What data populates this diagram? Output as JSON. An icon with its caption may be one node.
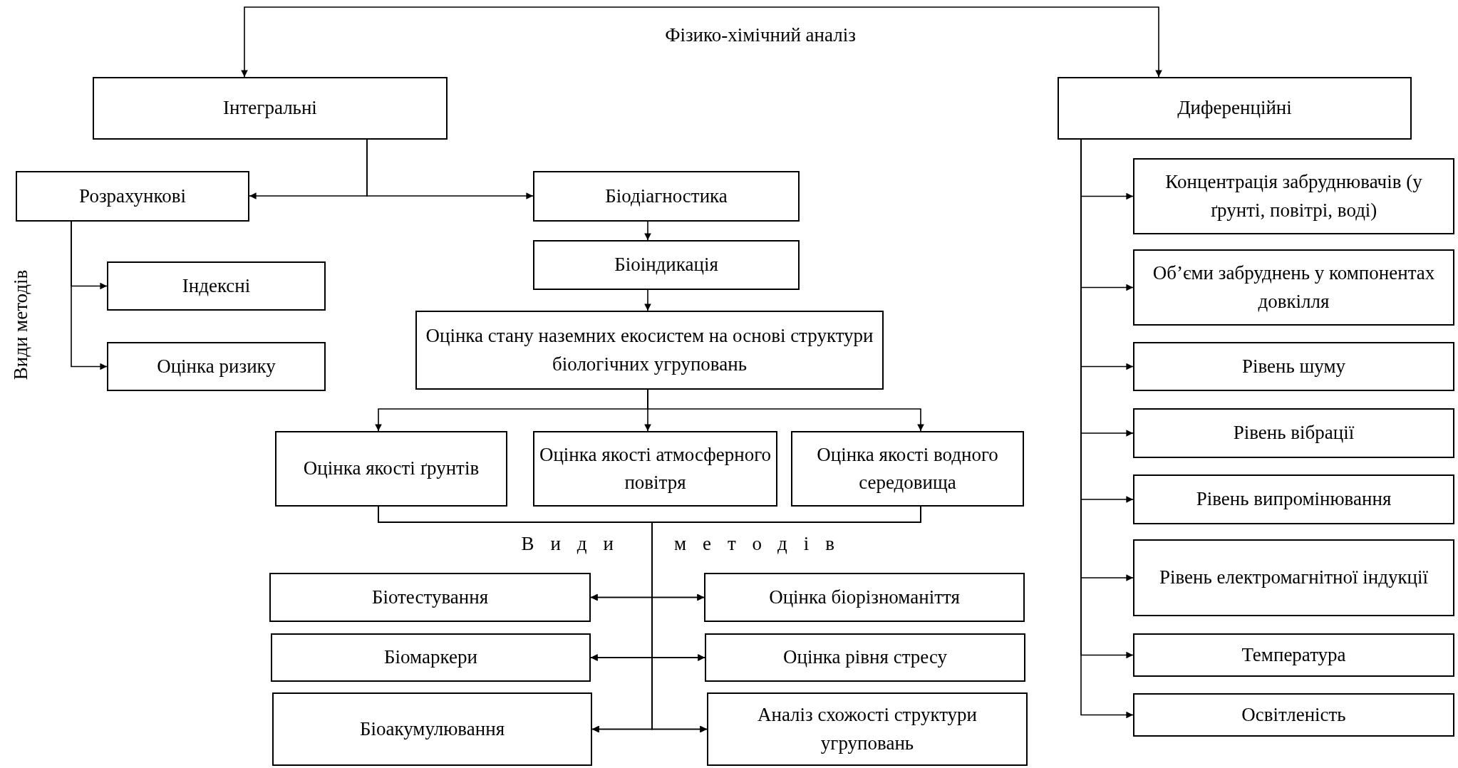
{
  "diagram": {
    "nodes": [
      {
        "text": [
          "Інтегральні"
        ]
      },
      {
        "text": [
          "Диференційні"
        ]
      },
      {
        "text": [
          "Розрахункові"
        ]
      },
      {
        "text": [
          "Біодіагностика"
        ]
      },
      {
        "text": [
          "Індексні"
        ]
      },
      {
        "text": [
          "Біоіндикація"
        ]
      },
      {
        "text": [
          "Оцінка ризику"
        ]
      },
      {
        "text": [
          "Оцінка стану наземних екосистем на основі структури біологічних угруповань"
        ]
      },
      {
        "text": [
          "Оцінка якості ґрунтів"
        ]
      },
      {
        "text": [
          "Оцінка якості атмосферного повітря"
        ]
      },
      {
        "text": [
          "Оцінка якості водного середовища"
        ]
      },
      {
        "text": [
          "Біотестування"
        ]
      },
      {
        "text": [
          "Оцінка біорізноманіття"
        ]
      },
      {
        "text": [
          "Біомаркери"
        ]
      },
      {
        "text": [
          "Оцінка рівня стресу"
        ]
      },
      {
        "text": [
          "Біоакумулювання"
        ]
      },
      {
        "text": [
          "Аналіз схожості структури угруповань"
        ]
      },
      {
        "text": [
          "Концентрація забруднювачів (у ґрунті, повітрі, воді)"
        ]
      },
      {
        "text": [
          "Об’єми забруднень у компонентах довкілля"
        ]
      },
      {
        "text": [
          "Рівень шуму"
        ]
      },
      {
        "text": [
          "Рівень вібрації"
        ]
      },
      {
        "text": [
          "Рівень випромінювання"
        ]
      },
      {
        "text": [
          "Рівень електромагнітної індукції"
        ]
      },
      {
        "text": [
          "Температура"
        ]
      },
      {
        "text": [
          "Освітленість"
        ]
      }
    ],
    "edges": [
      {
        "from": 0,
        "to": 1,
        "arrow": "both"
      },
      {
        "from": 0,
        "to": 2,
        "arrow": "to"
      },
      {
        "from": 0,
        "to": 3,
        "arrow": "to"
      },
      {
        "from": 2,
        "to": 4,
        "arrow": "to"
      },
      {
        "from": 2,
        "to": 6,
        "arrow": "to"
      },
      {
        "from": 3,
        "to": 5,
        "arrow": "to"
      },
      {
        "from": 5,
        "to": 7,
        "arrow": "to"
      },
      {
        "from": 7,
        "to": 8,
        "arrow": "to"
      },
      {
        "from": 7,
        "to": 9,
        "arrow": "to"
      },
      {
        "from": 7,
        "to": 10,
        "arrow": "to"
      },
      {
        "from": 8,
        "to": 11,
        "arrow": "to"
      },
      {
        "from": 8,
        "to": 12,
        "arrow": "to"
      },
      {
        "from": 8,
        "to": 13,
        "arrow": "to"
      },
      {
        "from": 8,
        "to": 14,
        "arrow": "to"
      },
      {
        "from": 8,
        "to": 15,
        "arrow": "to"
      },
      {
        "from": 8,
        "to": 16,
        "arrow": "to"
      },
      {
        "from": 10,
        "to": 11,
        "arrow": "to"
      },
      {
        "from": 10,
        "to": 12,
        "arrow": "to"
      },
      {
        "from": 10,
        "to": 13,
        "arrow": "to"
      },
      {
        "from": 10,
        "to": 14,
        "arrow": "to"
      },
      {
        "from": 10,
        "to": 15,
        "arrow": "to"
      },
      {
        "from": 10,
        "to": 16,
        "arrow": "to"
      },
      {
        "from": 1,
        "to": 17,
        "arrow": "to"
      },
      {
        "from": 1,
        "to": 18,
        "arrow": "to"
      },
      {
        "from": 1,
        "to": 19,
        "arrow": "to"
      },
      {
        "from": 1,
        "to": 20,
        "arrow": "to"
      },
      {
        "from": 1,
        "to": 21,
        "arrow": "to"
      },
      {
        "from": 1,
        "to": 22,
        "arrow": "to"
      },
      {
        "from": 1,
        "to": 23,
        "arrow": "to"
      },
      {
        "from": 1,
        "to": 24,
        "arrow": "to"
      }
    ],
    "labels": [
      "Фізико-хімічний аналіз",
      "Види методів",
      "Види методів"
    ]
  }
}
